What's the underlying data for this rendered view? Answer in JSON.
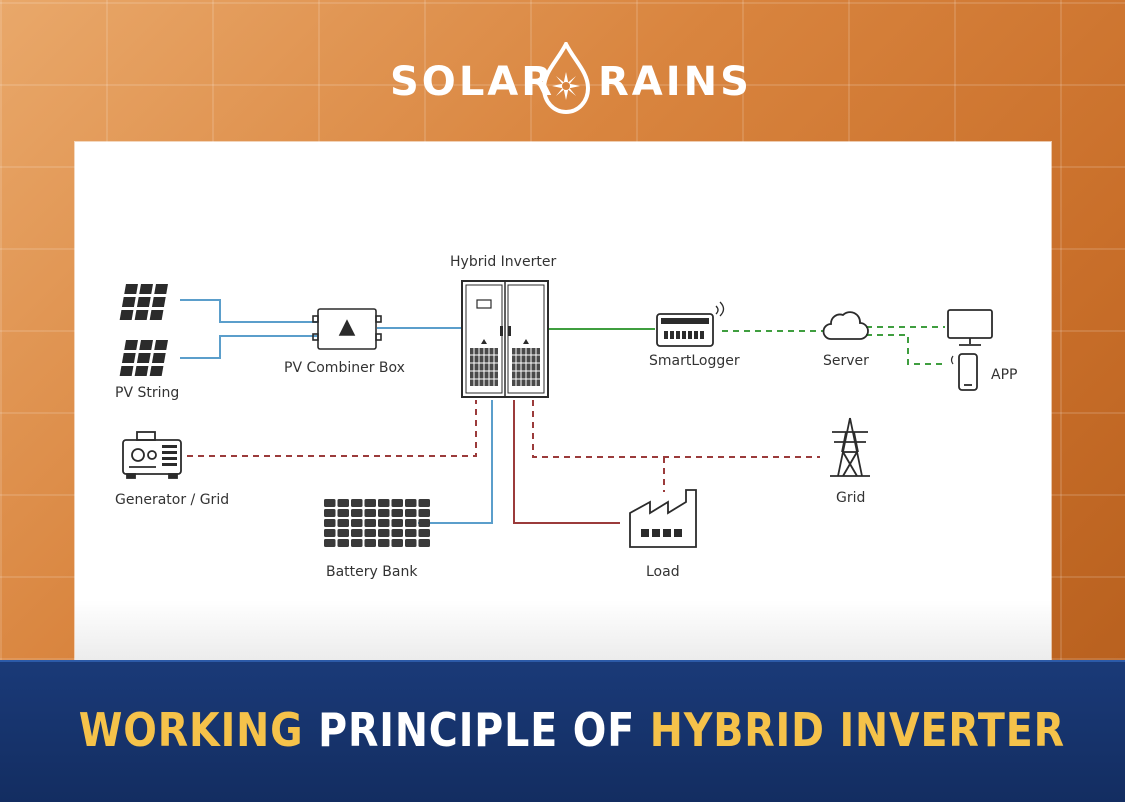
{
  "logo": {
    "left": "SOLAR",
    "right": "RAINS"
  },
  "diagram": {
    "hybrid_inverter": "Hybrid Inverter",
    "pv_string": "PV String",
    "pv_combiner_box": "PV Combiner Box",
    "smartlogger": "SmartLogger",
    "server": "Server",
    "app": "APP",
    "generator_grid": "Generator / Grid",
    "grid": "Grid",
    "battery_bank": "Battery Bank",
    "load": "Load"
  },
  "colors": {
    "dc_line": "#5b9ecb",
    "ac_line": "#9b3b3b",
    "comm_line": "#3f9e3f",
    "icon": "#2b2b2b",
    "title_yellow": "#f5c24a",
    "banner_bg": "#132d61"
  },
  "banner": {
    "part1": "WORKING",
    "part2": "PRINCIPLE OF",
    "part3": "HYBRID INVERTER"
  }
}
